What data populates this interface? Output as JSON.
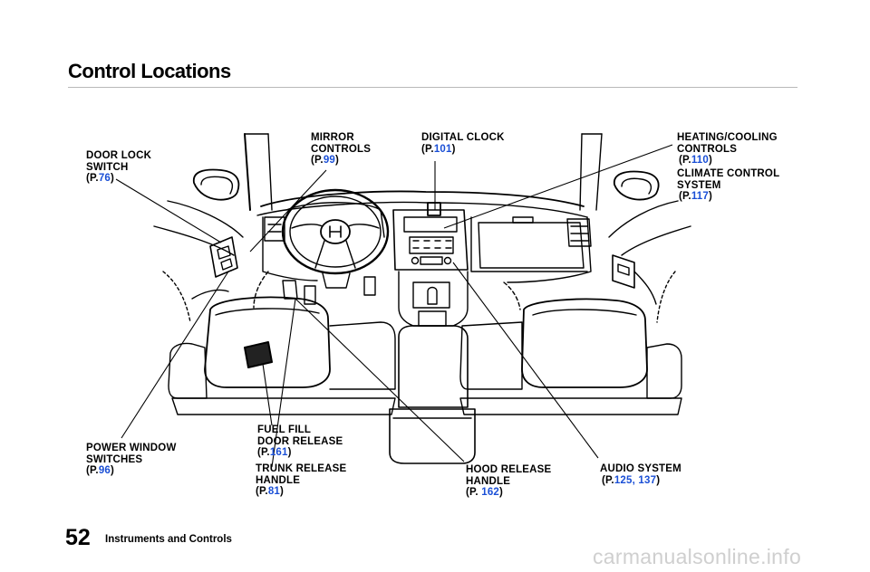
{
  "page": {
    "title": "Control Locations",
    "page_number": "52",
    "section": "Instruments and Controls",
    "watermark": "carmanualsonline.info",
    "link_color": "#1a4fd6"
  },
  "labels": {
    "door_lock": {
      "l1": "DOOR LOCK",
      "l2": "SWITCH",
      "pre": "(P.",
      "page": "76",
      "post": ")"
    },
    "mirror": {
      "l1": "MIRROR",
      "l2": "CONTROLS",
      "pre": "(P.",
      "page": "99",
      "post": ")"
    },
    "clock": {
      "l1": "DIGITAL CLOCK",
      "pre": "(P.",
      "page": "101",
      "post": ")"
    },
    "heating": {
      "l1": "HEATING/COOLING",
      "l2": "CONTROLS",
      "pre": "(P.",
      "page": "110",
      "post": ")"
    },
    "climate": {
      "l1": "CLIMATE CONTROL",
      "l2": "SYSTEM",
      "pre": "(P.",
      "page": "117",
      "post": ")"
    },
    "fuel": {
      "l1": "FUEL FILL",
      "l2": "DOOR RELEASE",
      "pre": "(P.",
      "page": "161",
      "post": ")"
    },
    "window": {
      "l1": "POWER WINDOW",
      "l2": "SWITCHES",
      "pre": "(P.",
      "page": "96",
      "post": ")"
    },
    "trunk": {
      "l1": "TRUNK RELEASE",
      "l2": "HANDLE",
      "pre": "(P.",
      "page": "81",
      "post": ")"
    },
    "hood": {
      "l1": "HOOD RELEASE",
      "l2": "HANDLE",
      "pre": "(P. ",
      "page": "162",
      "post": ")"
    },
    "audio": {
      "l1": "AUDIO SYSTEM",
      "pre": "(P.",
      "page1": "125,",
      "page2": "137",
      "post": ")"
    }
  }
}
